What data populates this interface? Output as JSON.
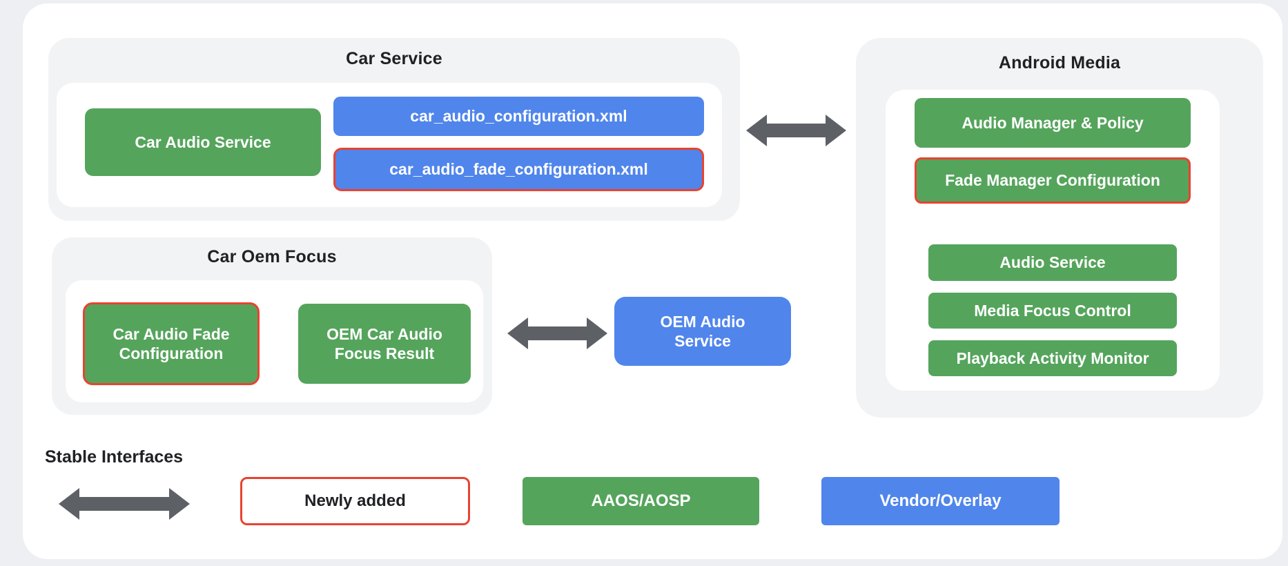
{
  "colors": {
    "page_bg": "#edeff2",
    "canvas": "#ffffff",
    "panel": "#f2f3f5",
    "green": "#55a45c",
    "blue": "#5085ec",
    "red": "#e84330",
    "arrow": "#5d6166",
    "text_dark": "#202124",
    "text_light": "#ffffff"
  },
  "panels": {
    "car_service": {
      "title": "Car Service",
      "car_audio_service": "Car Audio Service",
      "config_xml": "car_audio_configuration.xml",
      "fade_config_xml": "car_audio_fade_configuration.xml"
    },
    "android_media": {
      "title": "Android Media",
      "items": [
        {
          "label": "Audio Manager & Policy",
          "newly_added": false
        },
        {
          "label": "Fade Manager Configuration",
          "newly_added": true
        },
        {
          "label": "Audio Service",
          "newly_added": false
        },
        {
          "label": "Media Focus Control",
          "newly_added": false
        },
        {
          "label": "Playback Activity Monitor",
          "newly_added": false
        }
      ]
    },
    "car_oem_focus": {
      "title": "Car Oem Focus",
      "fade_configuration": "Car Audio Fade Configuration",
      "focus_result": "OEM Car Audio Focus Result"
    },
    "oem_audio_service": {
      "label": "OEM Audio Service"
    }
  },
  "legend": {
    "stable_interfaces": "Stable Interfaces",
    "newly_added": "Newly added",
    "aaos_aosp": "AAOS/AOSP",
    "vendor_overlay": "Vendor/Overlay"
  }
}
